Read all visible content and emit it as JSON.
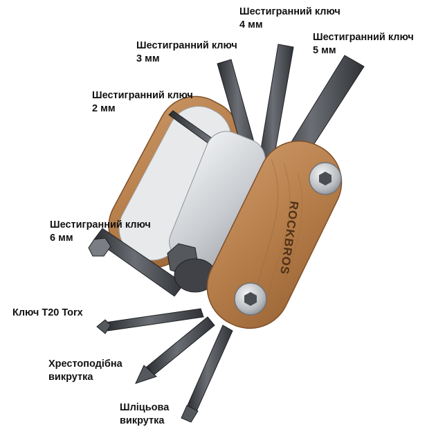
{
  "labels": {
    "hex4": {
      "line1": "Шестигранний ключ",
      "line2": "4 мм"
    },
    "hex5": {
      "line1": "Шестигранний ключ",
      "line2": "5 мм"
    },
    "hex3": {
      "line1": "Шестигранний ключ",
      "line2": "3 мм"
    },
    "hex2": {
      "line1": "Шестигранний ключ",
      "line2": "2 мм"
    },
    "hex6": {
      "line1": "Шестигранний ключ",
      "line2": "6 мм"
    },
    "t20": {
      "line1": "Ключ T20 Torx"
    },
    "phillips": {
      "line1": "Хрестоподібна",
      "line2": "викрутка"
    },
    "flat": {
      "line1": "Шліцьова",
      "line2": "викрутка"
    }
  },
  "brand": "ROCKBROS",
  "colors": {
    "wood": "#b9824e",
    "wood_dark": "#8a5a30",
    "steel": "#3a3c40",
    "steel_light": "#6c7076",
    "plate": "#d4d6d9",
    "text": "#111111"
  }
}
